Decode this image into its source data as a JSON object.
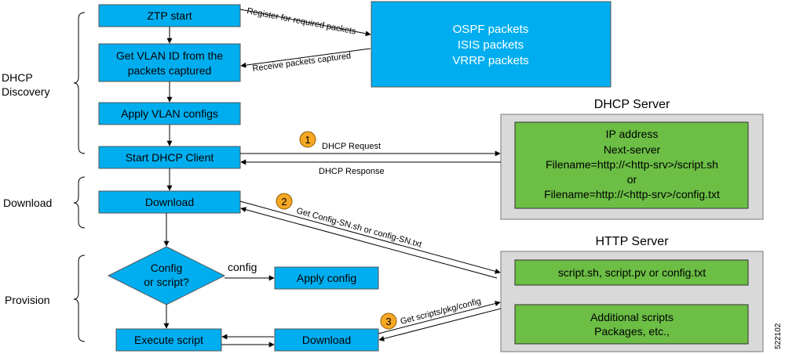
{
  "phases": {
    "discovery": [
      "DHCP",
      "Discovery"
    ],
    "download": "Download",
    "provision": "Provision"
  },
  "steps": {
    "ztp_start": "ZTP start",
    "get_vlan": [
      "Get VLAN ID from the",
      "packets captured"
    ],
    "apply_vlan": "Apply VLAN configs",
    "start_dhcp": "Start DHCP Client",
    "download_1": "Download",
    "decision": [
      "Config",
      "or script?"
    ],
    "apply_config": "Apply config",
    "execute_script": "Execute script",
    "download_2": "Download"
  },
  "packets_box": [
    "OSPF packets",
    "ISIS packets",
    "VRRP packets"
  ],
  "dhcp_server": {
    "title": "DHCP Server",
    "lines": [
      "IP address",
      "Next-server",
      "Filename=http://<http-srv>/script.sh",
      "or",
      "Filename=http://<http-srv>/config.txt"
    ]
  },
  "http_server": {
    "title": "HTTP Server",
    "item1": "script.sh, script.pv or config.txt",
    "item2": [
      "Additional scripts",
      "Packages, etc.,"
    ]
  },
  "arrows": {
    "register": "Register for required packets",
    "receive": "Receive packets captured",
    "dhcp_request": "DHCP Request",
    "dhcp_response": "DHCP Response",
    "get_config": "Get Config-SN.sh or config-SN.txt",
    "config_branch": "config",
    "get_scripts": "Get scripts/pkg/config"
  },
  "badges": [
    "1",
    "2",
    "3"
  ],
  "figure_id": "522102",
  "colors": {
    "step_fill": "#00AEEF",
    "green_fill": "#6CBE45",
    "server_fill": "#D9D9D9",
    "badge_fill": "#F7A823"
  }
}
